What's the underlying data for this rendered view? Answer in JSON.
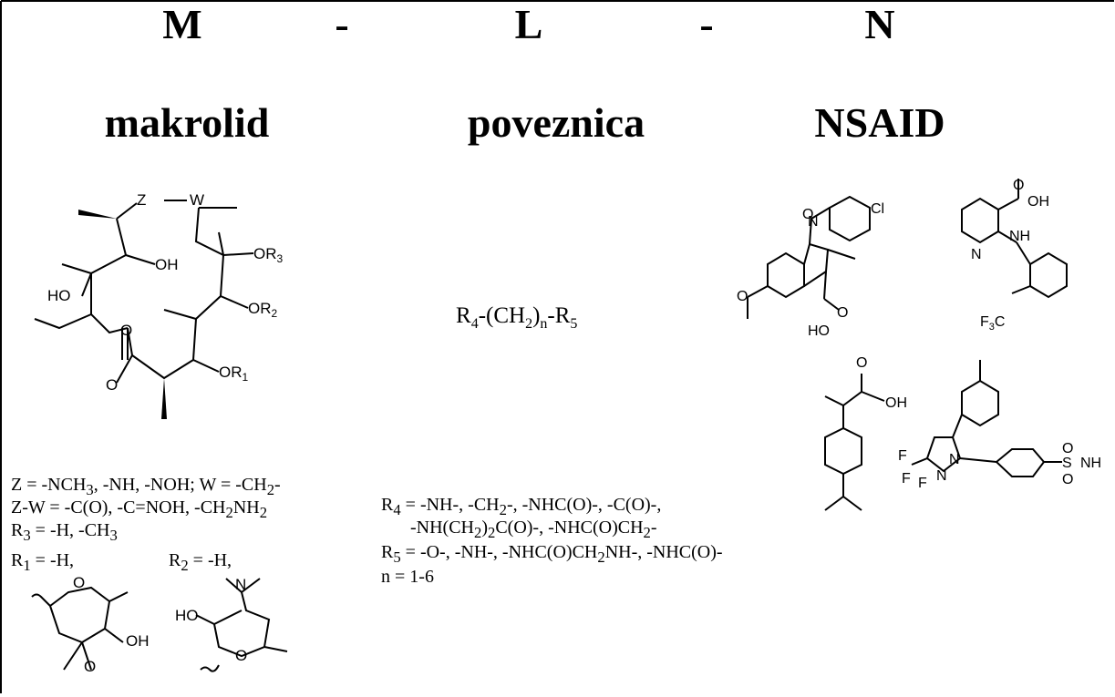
{
  "header": {
    "m": "M",
    "dash1": "-",
    "l": "L",
    "dash2": "-",
    "n": "N"
  },
  "labels": {
    "macrolide": "makrolid",
    "linker": "poveznica",
    "nsaid": "NSAID"
  },
  "linker_formula": {
    "r4": "R",
    "r4_sub": "4",
    "mid1": "-(CH",
    "ch2_sub": "2",
    "mid2": ")",
    "n_sub": "n",
    "mid3": "-R",
    "r5_sub": "5"
  },
  "macrolide_defs": {
    "line1_a": "Z = -NCH",
    "line1_sub3": "3",
    "line1_b": ", -NH, -NOH; W = -CH",
    "line1_sub2": "2",
    "line1_c": "-",
    "line2_a": "Z-W = -C(O), -C=NOH, -CH",
    "line2_sub2": "2",
    "line2_b": "NH",
    "line2_sub2b": "2",
    "line3_a": "R",
    "line3_sub": "3",
    "line3_b": " = -H, -CH",
    "line3_sub3": "3",
    "r1_a": "R",
    "r1_sub": "1",
    "r1_b": " = -H,",
    "r2_a": "R",
    "r2_sub": "2",
    "r2_b": " = -H,"
  },
  "linker_defs": {
    "l1_a": "R",
    "l1_sub": "4",
    "l1_b": " = -NH-, -CH",
    "l1_sub2": "2",
    "l1_c": "-, -NHC(O)-, -C(O)-,",
    "l2_a": "-NH(CH",
    "l2_sub": "2",
    "l2_b": ")",
    "l2_sub2": "2",
    "l2_c": "C(O)-, -NHC(O)CH",
    "l2_sub3": "2",
    "l2_d": "-",
    "l3_a": "R",
    "l3_sub": "5",
    "l3_b": " = -O-, -NH-, -NHC(O)CH",
    "l3_sub2": "2",
    "l3_c": "NH-, -NHC(O)-",
    "l4": "n = 1-6"
  },
  "atoms": {
    "z": "Z",
    "w": "W",
    "oh": "OH",
    "ho": "HO",
    "or3": "OR",
    "or3_sub": "3",
    "or2": "OR",
    "or2_sub": "2",
    "or1": "OR",
    "or1_sub": "1",
    "o": "O",
    "cl": "Cl",
    "n": "N",
    "nh": "NH",
    "f3c": "F",
    "f3c_sub": "3",
    "c": "C",
    "f": "F",
    "s": "S",
    "nh2": "NH"
  }
}
